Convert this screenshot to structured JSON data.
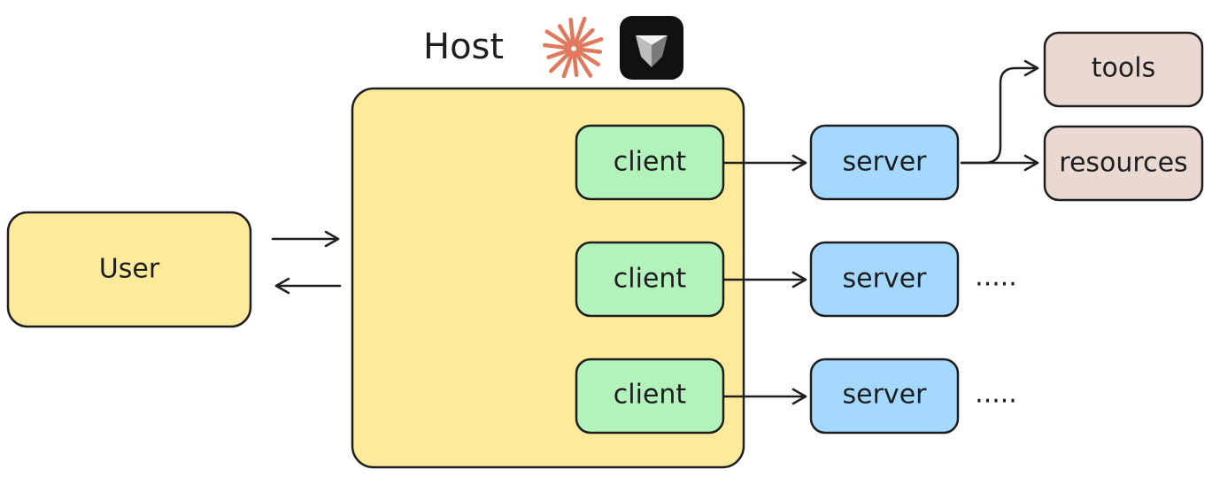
{
  "colors": {
    "user_fill": "#fdea9a",
    "host_fill": "#fdea9a",
    "client_fill": "#b2f2bb",
    "server_fill": "#a5d8ff",
    "capability_fill": "#ead9d3",
    "stroke": "#1e1e1e",
    "burst": "#e07a5f",
    "app_icon_bg": "#111111"
  },
  "icons": {
    "host_burst": "sparkle-burst-icon",
    "host_app": "app-cube-icon"
  },
  "host": {
    "title": "Host"
  },
  "user": {
    "label": "User"
  },
  "clients": [
    {
      "label": "client"
    },
    {
      "label": "client"
    },
    {
      "label": "client"
    }
  ],
  "servers": [
    {
      "label": "server"
    },
    {
      "label": "server"
    },
    {
      "label": "server"
    }
  ],
  "capabilities": [
    {
      "label": "tools"
    },
    {
      "label": "resources"
    }
  ],
  "ellipsis": [
    {
      "label": "....."
    },
    {
      "label": "....."
    }
  ]
}
